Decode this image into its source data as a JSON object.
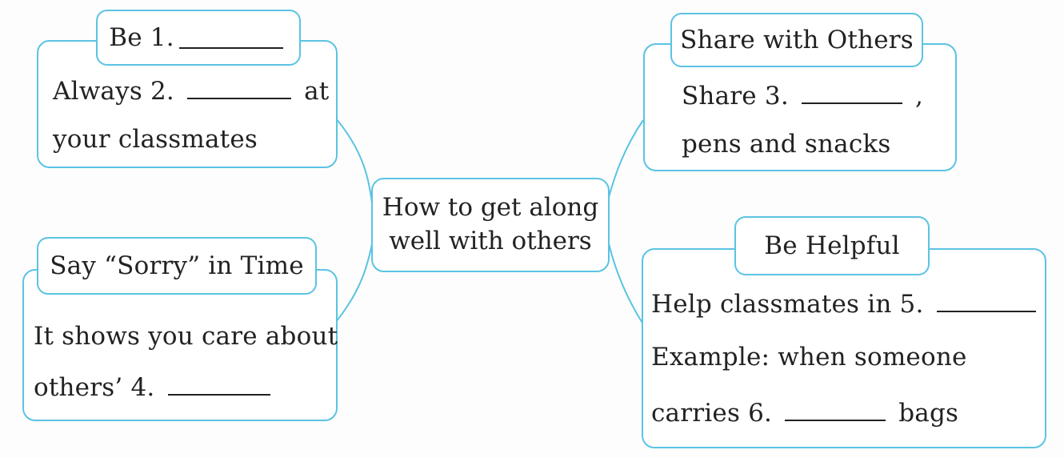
{
  "center": {
    "line1": "How to get along",
    "line2": "well with others"
  },
  "topic_be_friendly": {
    "title_prefix": "Be 1.",
    "line1_prefix": "Always 2.",
    "line1_suffix": "at",
    "line2": "your classmates"
  },
  "topic_say_sorry": {
    "title": "Say “Sorry” in Time",
    "line1": "It shows you care about",
    "line2_prefix": "others’ 4."
  },
  "topic_share": {
    "title": "Share with Others",
    "line1_prefix": "Share 3.",
    "line1_suffix": ",",
    "line2": "pens and snacks"
  },
  "topic_helpful": {
    "title": "Be Helpful",
    "line1_prefix": "Help classmates in 5.",
    "line2": "Example: when someone",
    "line3_prefix": "carries 6.",
    "line3_suffix": "bags"
  },
  "colors": {
    "border": "#5bc3e3",
    "text": "#222222"
  }
}
